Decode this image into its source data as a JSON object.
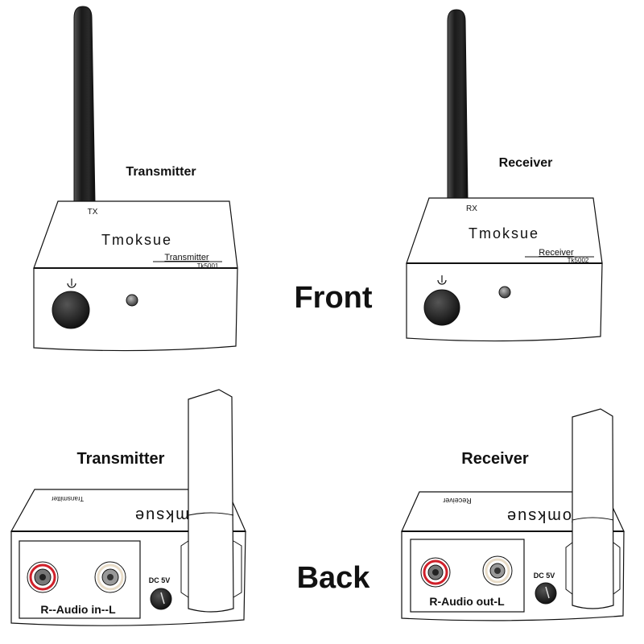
{
  "front": {
    "heading": "Front",
    "transmitter": {
      "caption": "Transmitter",
      "antenna_tag": "TX",
      "brand": "Tmoksue",
      "model_name": "Transmitter",
      "model_code": "Tk5001"
    },
    "receiver": {
      "caption": "Receiver",
      "antenna_tag": "RX",
      "brand": "Tmoksue",
      "model_name": "Receiver",
      "model_code": "Tk5002"
    }
  },
  "back": {
    "heading": "Back",
    "transmitter": {
      "caption": "Transmitter",
      "brand_mirrored": "Tomksue",
      "model_mirrored": "Transmitter",
      "port_label": "R--Audio in--L",
      "power_label": "DC 5V"
    },
    "receiver": {
      "caption": "Receiver",
      "brand_mirrored": "Tomksue",
      "model_mirrored": "Receiver",
      "port_label": "R-Audio out-L",
      "power_label": "DC 5V"
    }
  },
  "colors": {
    "line": "#111111",
    "rca_red": "#d0202a",
    "rca_white": "#e8dcc8",
    "button_dark": "#151515",
    "antenna_dark": "#1a1a1a"
  }
}
